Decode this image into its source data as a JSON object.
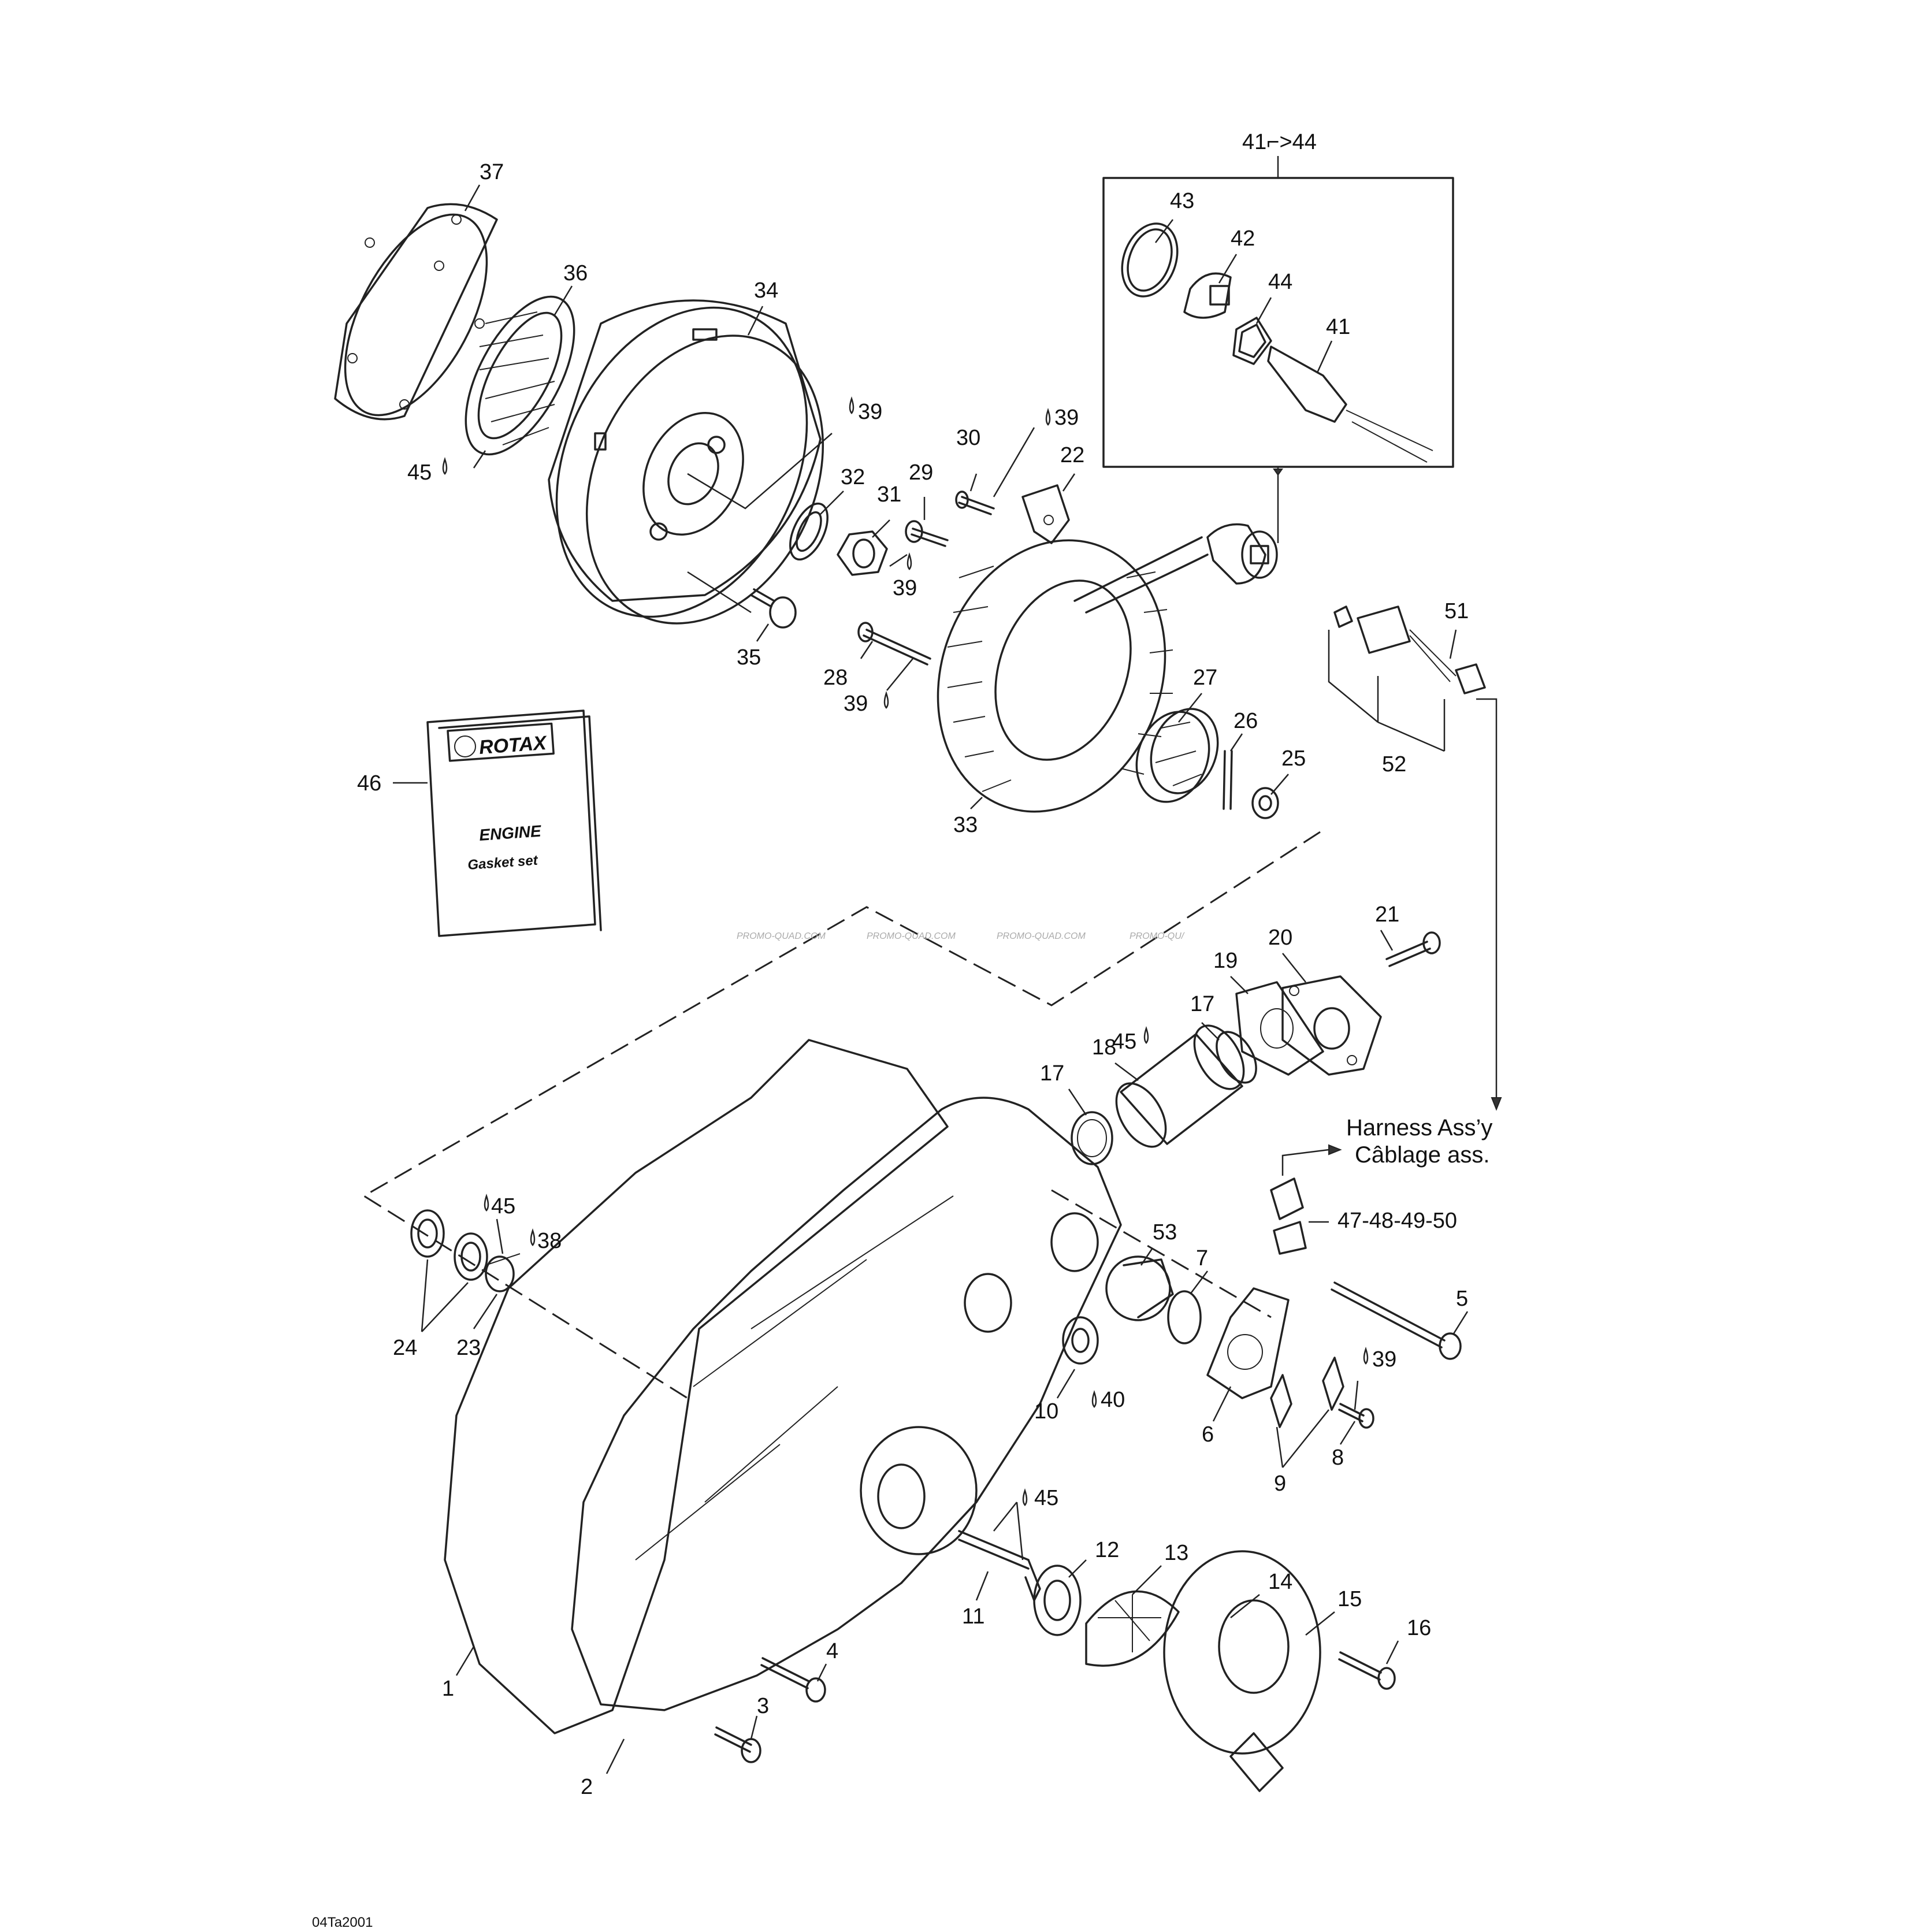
{
  "callouts": {
    "c37": "37",
    "c36": "36",
    "c34": "34",
    "c45a": "45",
    "c39a": "39",
    "c32": "32",
    "c31": "31",
    "c39b": "39",
    "c35": "35",
    "c30": "30",
    "c39c": "39",
    "c22": "22",
    "c29": "29",
    "c28": "28",
    "c39d": "39",
    "c33": "33",
    "c27": "27",
    "c26": "26",
    "c25": "25",
    "c41_44": "41⌐>44",
    "c43": "43",
    "c42": "42",
    "c44": "44",
    "c41": "41",
    "c51": "51",
    "c52": "52",
    "c46": "46",
    "c21": "21",
    "c20": "20",
    "c19": "19",
    "c17a": "17",
    "c45b": "45",
    "c18": "18",
    "c17b": "17",
    "c45c": "45",
    "c38": "38",
    "c24": "24",
    "c23": "23",
    "c53": "53",
    "c7": "7",
    "c5": "5",
    "c39e": "39",
    "c10": "10",
    "c40": "40",
    "c6": "6",
    "c9": "9",
    "c8": "8",
    "c45d": "45",
    "c12": "12",
    "c13": "13",
    "c14": "14",
    "c15": "15",
    "c16": "16",
    "c11": "11",
    "c4": "4",
    "c3": "3",
    "c2": "2",
    "c1": "1",
    "c47_50": "47-48-49-50"
  },
  "booklet": {
    "brand": "ROTAX",
    "line1": "ENGINE",
    "line2": "Gasket set"
  },
  "harness": {
    "line1": "Harness Ass’y",
    "line2": "Câblage ass."
  },
  "watermarks": [
    "PROMO-QUAD.COM",
    "PROMO-QUAD.COM",
    "PROMO-QUAD.COM",
    "PROMO-QU/"
  ],
  "drawing_code": "04Ta2001"
}
